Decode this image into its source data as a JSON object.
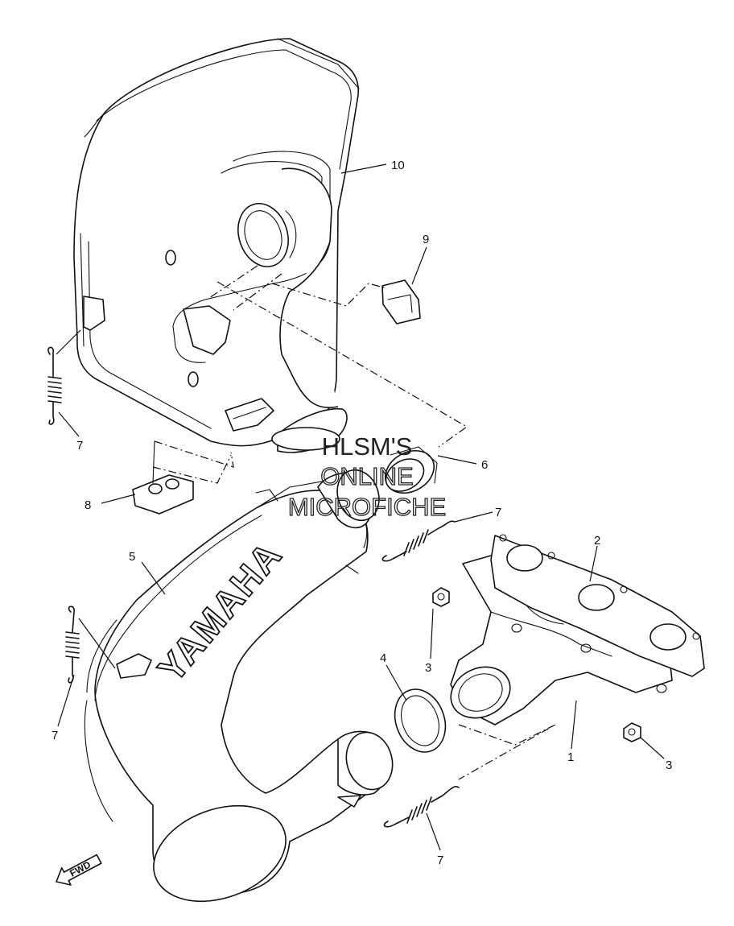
{
  "callouts": [
    {
      "label": "10"
    },
    {
      "label": "9"
    },
    {
      "label": "7"
    },
    {
      "label": "6"
    },
    {
      "label": "8"
    },
    {
      "label": "7"
    },
    {
      "label": "5"
    },
    {
      "label": "2"
    },
    {
      "label": "3"
    },
    {
      "label": "4"
    },
    {
      "label": "7"
    },
    {
      "label": "1"
    },
    {
      "label": "3"
    },
    {
      "label": "7"
    }
  ],
  "watermark": {
    "line1": "HLSM'S",
    "line2": "ONLINE",
    "line3": "MICROFICHE"
  },
  "brand_text": "YAMAHA",
  "direction_marker": {
    "text": "FWD"
  }
}
